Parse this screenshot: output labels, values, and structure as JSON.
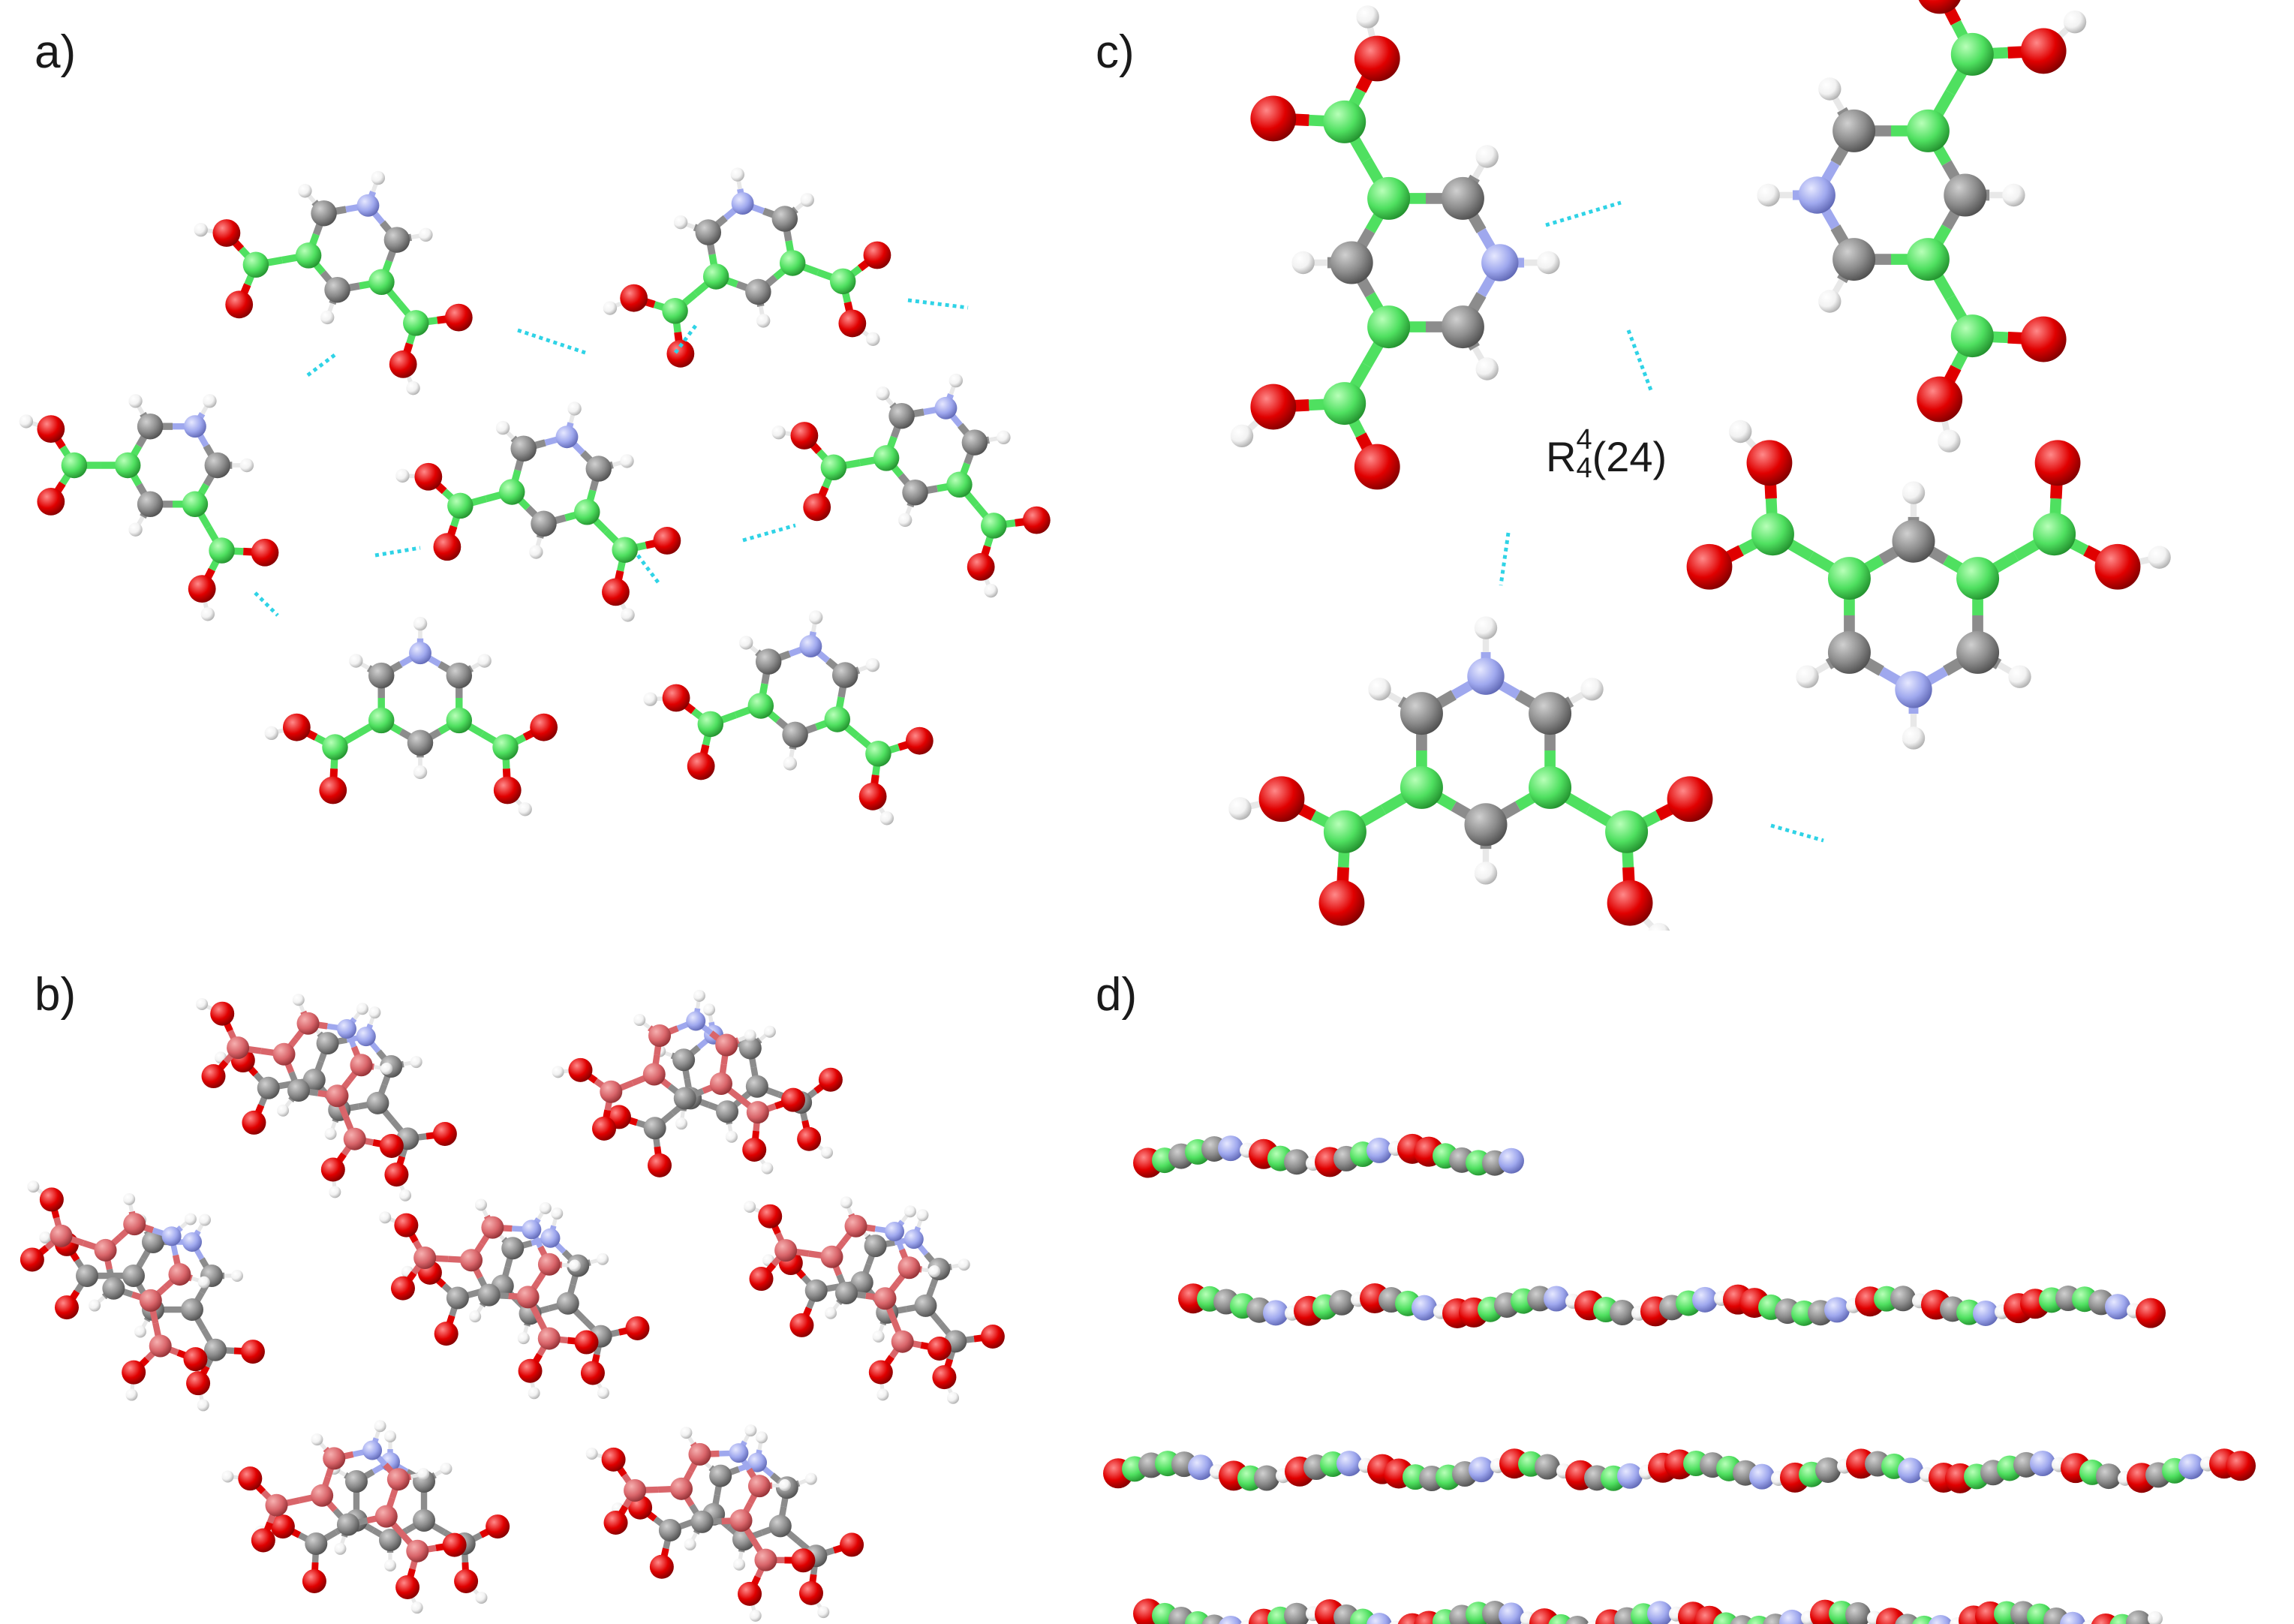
{
  "panels": [
    {
      "id": "a",
      "label": "a)"
    },
    {
      "id": "b",
      "label": "b)"
    },
    {
      "id": "c",
      "label": "c)"
    },
    {
      "id": "d",
      "label": "d)"
    }
  ],
  "ring_label": {
    "letter": "R",
    "sup": "4",
    "sub": "4",
    "size": "(24)"
  },
  "colors": {
    "carbon_grey": "#8c8c8c",
    "carbon_green": "#4fe060",
    "carbon_salmon": "#d9656a",
    "oxygen": "#e00000",
    "nitrogen": "#9fa8ee",
    "hydrogen": "#f2f2f2",
    "hbond": "#2fd3e6"
  }
}
